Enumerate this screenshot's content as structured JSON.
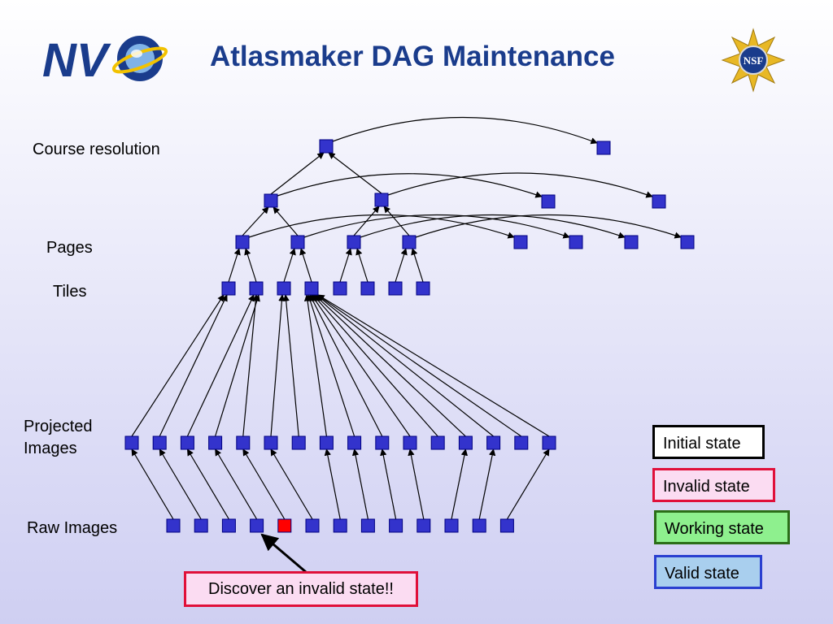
{
  "title": "Atlasmaker DAG Maintenance",
  "logos": {
    "left_text": "NV",
    "right_text": "NSF"
  },
  "row_labels": {
    "course": "Course resolution",
    "pages": "Pages",
    "tiles": "Tiles",
    "projected_line1": "Projected",
    "projected_line2": "Images",
    "raw": "Raw Images"
  },
  "legend": [
    {
      "label": "Initial state",
      "border": "#000000",
      "fill": "#ffffff"
    },
    {
      "label": "Invalid state",
      "border": "#e0103a",
      "fill": "#fbdcf2"
    },
    {
      "label": "Working state",
      "border": "#2b6e18",
      "fill": "#8ef08e"
    },
    {
      "label": "Valid state",
      "border": "#2a3fd0",
      "fill": "#a9cfee"
    }
  ],
  "callout": "Discover an invalid state!!",
  "colors": {
    "node_fill": "#3333cc",
    "node_border": "#000080",
    "invalid_node": "#ff0000",
    "title": "#1a3c8c"
  },
  "invalid_node_highlight": "raw-4"
}
